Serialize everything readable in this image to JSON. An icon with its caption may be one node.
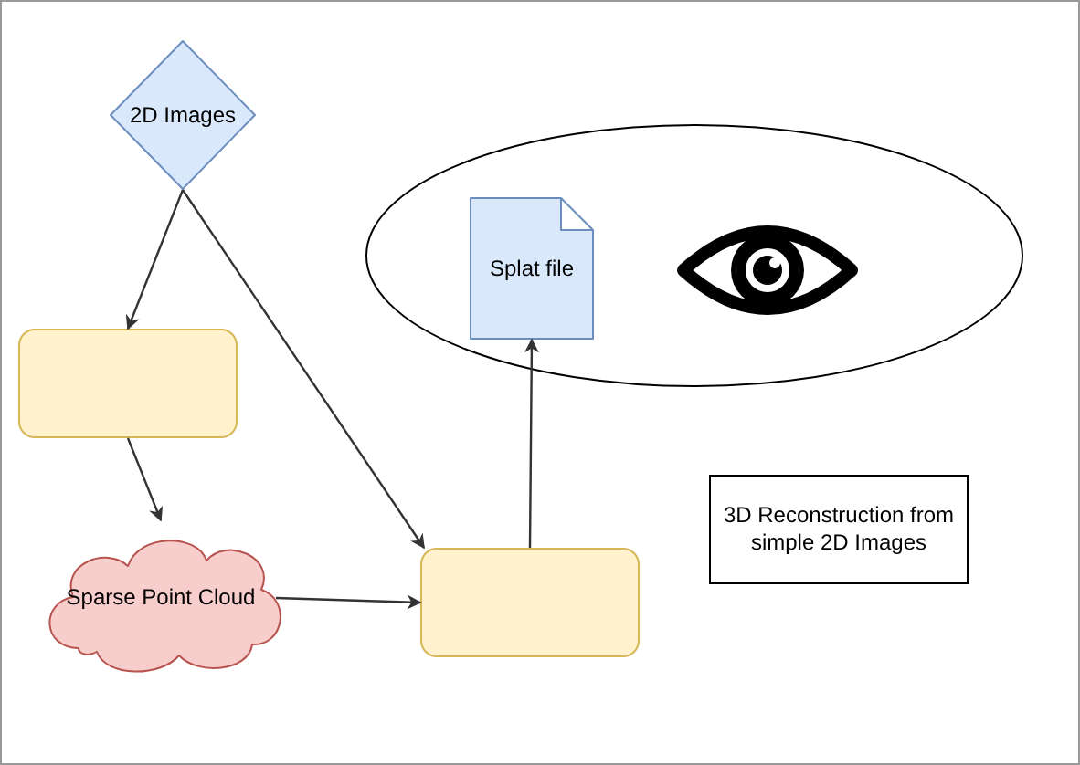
{
  "diagram": {
    "nodes": [
      {
        "text": [
          "2D Images"
        ]
      },
      {
        "text": [],
        "shape": "ellipse"
      },
      {
        "text": [
          "Splat file"
        ],
        "in": 1
      },
      {
        "text": [],
        "shape": "box"
      },
      {
        "text": [
          "Sparse Point Cloud"
        ]
      },
      {
        "text": [],
        "shape": "box"
      },
      {
        "text": [
          "3D Reconstruction from simple 2D Images"
        ]
      }
    ],
    "edges": [
      {
        "from": 0,
        "to": 3,
        "arrow": "to"
      },
      {
        "from": 0,
        "to": 5,
        "arrow": "to"
      },
      {
        "from": 3,
        "to": 4,
        "arrow": "to"
      },
      {
        "from": 4,
        "to": 5,
        "arrow": "to"
      },
      {
        "from": 5,
        "to": 2,
        "arrow": "to"
      }
    ]
  }
}
